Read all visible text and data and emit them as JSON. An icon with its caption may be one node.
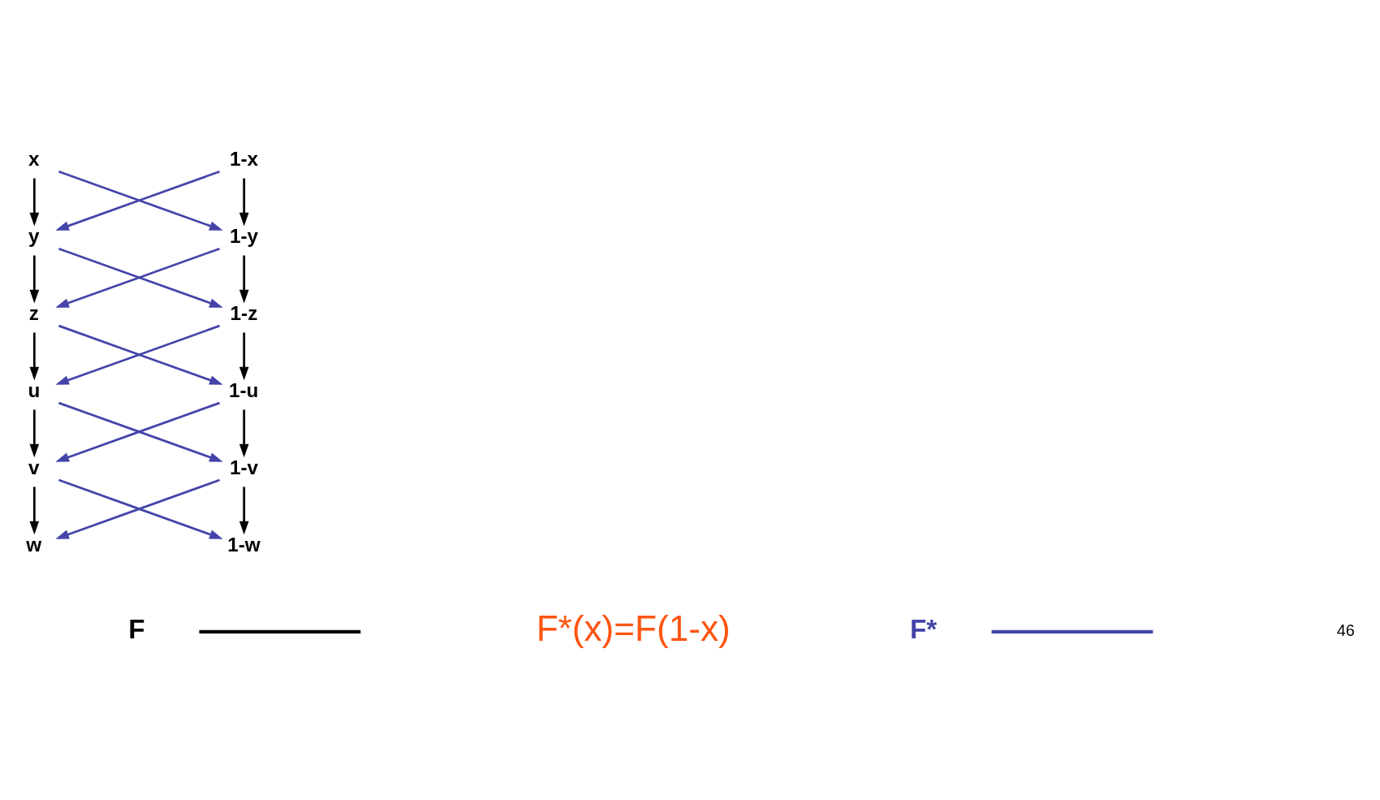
{
  "diagram": {
    "nodes": [
      {
        "text": [
          "x"
        ]
      },
      {
        "text": [
          "1-x"
        ]
      },
      {
        "text": [
          "y"
        ]
      },
      {
        "text": [
          "1-y"
        ]
      },
      {
        "text": [
          "z"
        ]
      },
      {
        "text": [
          "1-z"
        ]
      },
      {
        "text": [
          "u"
        ]
      },
      {
        "text": [
          "1-u"
        ]
      },
      {
        "text": [
          "v"
        ]
      },
      {
        "text": [
          "1-v"
        ]
      },
      {
        "text": [
          "w"
        ]
      },
      {
        "text": [
          "1-w"
        ]
      }
    ],
    "edges": [
      {
        "from": 0,
        "to": 2,
        "arrow": "to"
      },
      {
        "from": 0,
        "to": 3,
        "arrow": "to",
        "color": "#4444aa"
      },
      {
        "from": 1,
        "to": 3,
        "arrow": "to"
      },
      {
        "from": 1,
        "to": 2,
        "arrow": "to",
        "color": "#4444aa"
      },
      {
        "from": 2,
        "to": 4,
        "arrow": "to"
      },
      {
        "from": 2,
        "to": 5,
        "arrow": "to",
        "color": "#4444aa"
      },
      {
        "from": 3,
        "to": 5,
        "arrow": "to"
      },
      {
        "from": 3,
        "to": 4,
        "arrow": "to",
        "color": "#4444aa"
      },
      {
        "from": 4,
        "to": 6,
        "arrow": "to"
      },
      {
        "from": 4,
        "to": 7,
        "arrow": "to",
        "color": "#4444aa"
      },
      {
        "from": 5,
        "to": 7,
        "arrow": "to"
      },
      {
        "from": 5,
        "to": 6,
        "arrow": "to",
        "color": "#4444aa"
      },
      {
        "from": 6,
        "to": 8,
        "arrow": "to"
      },
      {
        "from": 6,
        "to": 9,
        "arrow": "to",
        "color": "#4444aa"
      },
      {
        "from": 7,
        "to": 9,
        "arrow": "to"
      },
      {
        "from": 7,
        "to": 8,
        "arrow": "to",
        "color": "#4444aa"
      },
      {
        "from": 8,
        "to": 10,
        "arrow": "to"
      },
      {
        "from": 8,
        "to": 11,
        "arrow": "to",
        "color": "#4444aa"
      },
      {
        "from": 9,
        "to": 11,
        "arrow": "to"
      },
      {
        "from": 9,
        "to": 10,
        "arrow": "to",
        "color": "#4444aa"
      }
    ],
    "labels": [
      "F*(x)=F(1-x)",
      "46"
    ],
    "legend": [
      {
        "text": "F"
      },
      {
        "text": "F*"
      }
    ]
  }
}
